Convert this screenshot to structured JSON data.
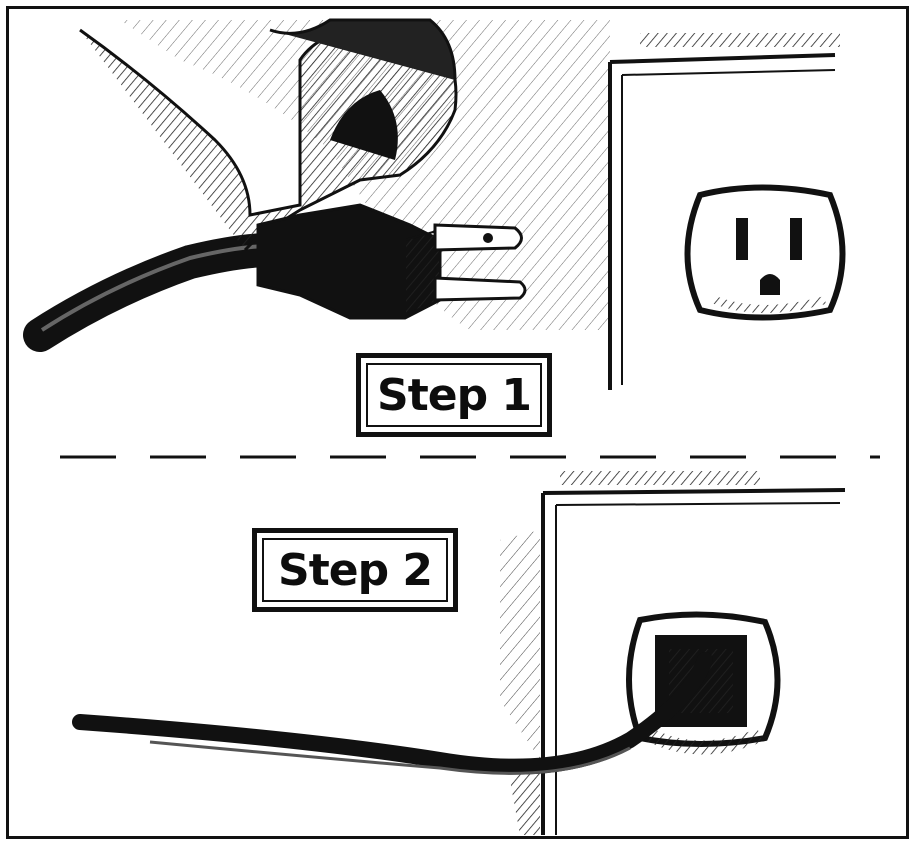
{
  "panels": [
    {
      "id": "step1",
      "label": "Step 1"
    },
    {
      "id": "step2",
      "label": "Step 2"
    }
  ],
  "colors": {
    "ink": "#111111",
    "paper": "#ffffff"
  }
}
